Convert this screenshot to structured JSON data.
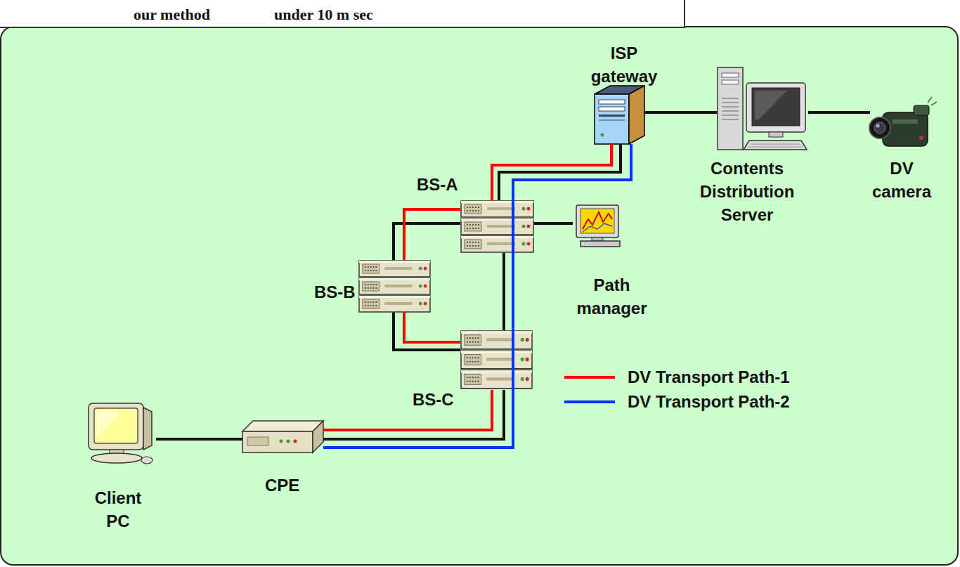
{
  "diagram": {
    "nodes": [
      {
        "text": [
          "our method",
          "under 10 m sec"
        ]
      },
      {
        "text": [
          "ISP gateway"
        ]
      },
      {
        "text": [
          "Contents Distribution Server"
        ]
      },
      {
        "text": [
          "DV camera"
        ]
      },
      {
        "text": [
          "BS-A"
        ]
      },
      {
        "text": [
          "BS-B"
        ]
      },
      {
        "text": [
          "BS-C"
        ]
      },
      {
        "text": [
          "Path manager"
        ]
      },
      {
        "text": [
          "CPE"
        ]
      },
      {
        "text": [
          "Client PC"
        ]
      }
    ],
    "edges": [
      {
        "from": 1,
        "to": 2,
        "arrow": "none"
      },
      {
        "from": 2,
        "to": 3,
        "arrow": "none"
      },
      {
        "from": 1,
        "to": 4,
        "arrow": "none"
      },
      {
        "from": 4,
        "to": 5,
        "arrow": "none"
      },
      {
        "from": 5,
        "to": 6,
        "arrow": "none"
      },
      {
        "from": 4,
        "to": 6,
        "arrow": "none"
      },
      {
        "from": 6,
        "to": 8,
        "arrow": "none"
      },
      {
        "from": 8,
        "to": 9,
        "arrow": "none"
      },
      {
        "from": 4,
        "to": 7,
        "arrow": "none"
      },
      {
        "from": 1,
        "to": 4,
        "arrow": "none"
      },
      {
        "from": 4,
        "to": 5,
        "arrow": "none"
      },
      {
        "from": 5,
        "to": 6,
        "arrow": "none"
      },
      {
        "from": 6,
        "to": 8,
        "arrow": "none"
      },
      {
        "from": 1,
        "to": 8,
        "arrow": "none"
      }
    ],
    "legend": [
      {
        "text": "DV Transport Path-1"
      },
      {
        "text": "DV Transport Path-2"
      }
    ]
  }
}
